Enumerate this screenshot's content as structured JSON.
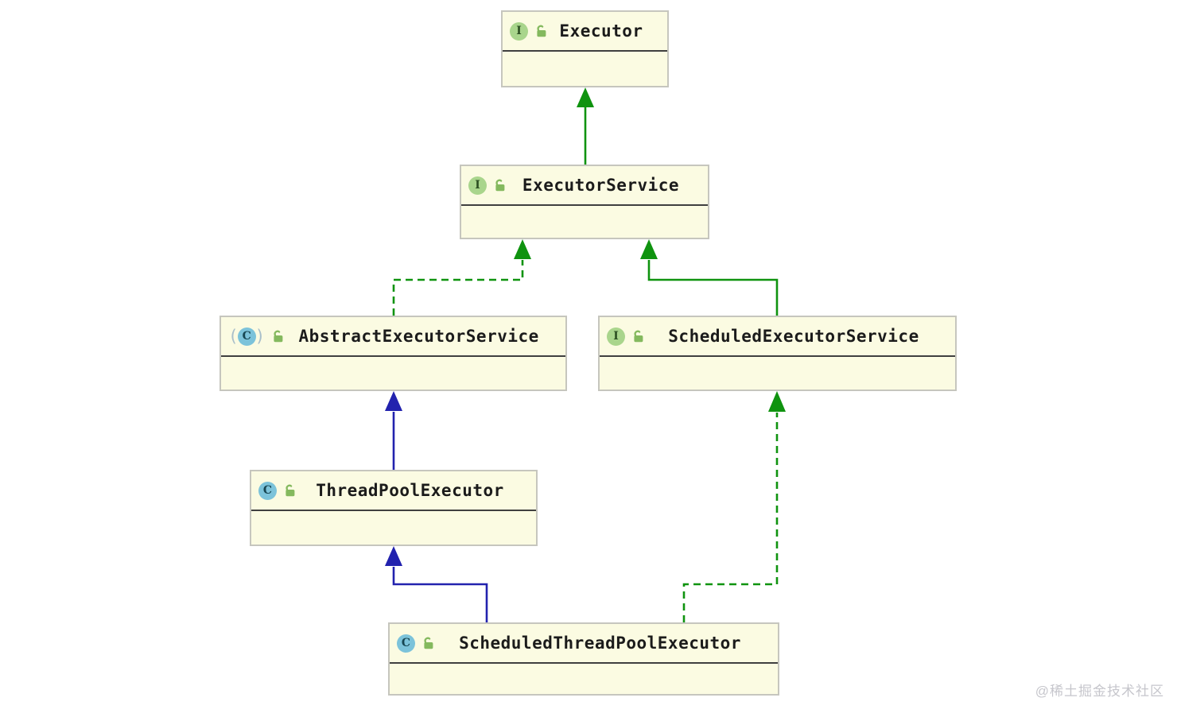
{
  "nodes": [
    {
      "id": "executor",
      "label": "Executor",
      "kind": "interface",
      "icon_letter": "I",
      "visibility": "public"
    },
    {
      "id": "executor-service",
      "label": "ExecutorService",
      "kind": "interface",
      "icon_letter": "I",
      "visibility": "public"
    },
    {
      "id": "abstract-executor-service",
      "label": "AbstractExecutorService",
      "kind": "abstract-class",
      "icon_letter": "C",
      "visibility": "public"
    },
    {
      "id": "scheduled-executor-service",
      "label": "ScheduledExecutorService",
      "kind": "interface",
      "icon_letter": "I",
      "visibility": "public"
    },
    {
      "id": "thread-pool-executor",
      "label": "ThreadPoolExecutor",
      "kind": "class",
      "icon_letter": "C",
      "visibility": "public"
    },
    {
      "id": "scheduled-thread-pool-executor",
      "label": "ScheduledThreadPoolExecutor",
      "kind": "class",
      "icon_letter": "C",
      "visibility": "public"
    }
  ],
  "edges": [
    {
      "from": "ExecutorService",
      "to": "Executor",
      "relationship": "extends",
      "line": "solid",
      "color": "#0f930f"
    },
    {
      "from": "AbstractExecutorService",
      "to": "ExecutorService",
      "relationship": "implements",
      "line": "dashed",
      "color": "#0f930f"
    },
    {
      "from": "ScheduledExecutorService",
      "to": "ExecutorService",
      "relationship": "extends",
      "line": "solid",
      "color": "#0f930f"
    },
    {
      "from": "ThreadPoolExecutor",
      "to": "AbstractExecutorService",
      "relationship": "extends",
      "line": "solid",
      "color": "#2222ae"
    },
    {
      "from": "ScheduledThreadPoolExecutor",
      "to": "ThreadPoolExecutor",
      "relationship": "extends",
      "line": "solid",
      "color": "#2222ae"
    },
    {
      "from": "ScheduledThreadPoolExecutor",
      "to": "ScheduledExecutorService",
      "relationship": "implements",
      "line": "dashed",
      "color": "#0f930f"
    }
  ],
  "colors": {
    "node_fill": "#fbfbe2",
    "node_border": "#c6c6be",
    "separator": "#3f3f3f",
    "interface_badge": "#a9d58c",
    "class_badge": "#7cc3da",
    "lock_green": "#84b95e",
    "edge_green": "#0f930f",
    "edge_navy": "#2222ae",
    "watermark_gray": "#c6c6cc"
  },
  "watermark": {
    "text": "@稀土掘金技术社区"
  }
}
